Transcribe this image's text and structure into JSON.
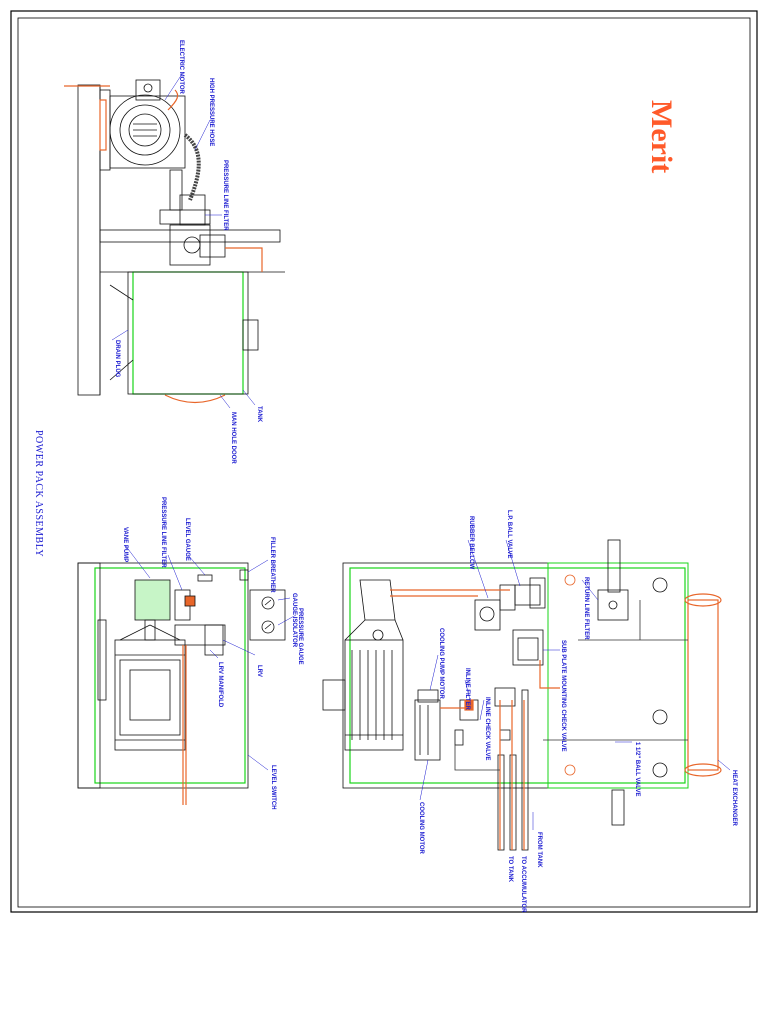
{
  "brand": {
    "logo_text": "Merit"
  },
  "drawing_title": "POWER PACK ASSEMBLY",
  "labels": {
    "electric_motor": "ELECTRIC MOTOR",
    "high_pressure_hose": "HIGH PRESSURE HOSE",
    "pressure_line_filter_top": "PRESSURE LINE FILTER",
    "drain_plug": "DRAIN PLUG",
    "man_hole_door": "MAN HOLE DOOR",
    "tank": "TANK",
    "vane_pump": "VANE PUMP",
    "pressure_line_filter_mid": "PRESSURE LINE FILTER",
    "level_gauge": "LEVEL GAUGE",
    "filler_breather": "FILLER BREATHER",
    "gauge_isolator": "GAUGE ISOLATOR",
    "pressure_gauge": "PRESSURE GAUGE",
    "lrv": "LRV",
    "lrv_manifold": "LRV MANIFOLD",
    "level_switch": "LEVEL SWITCH",
    "rubber_bellow": "RUBBER BELLOW",
    "lp_ball_valve": "L.P. BALL VALVE",
    "return_line_filter": "RETURN LINE FILTER",
    "sub_plate_mounting_check_valve": "SUB PLATE MOUNTING CHECK VALVE",
    "cooling_pump_motor": "COOLING PUMP MOTOR",
    "inline_filter": "INLINE FILTER",
    "inline_check_valve": "INLINE CHECK VALVE",
    "ball_valve_1_5": "1 1/2\" BALL VALVE",
    "heat_exchanger": "HEAT EXCHANGER",
    "cooling_motor": "COOLING MOTOR",
    "from_tank": "FROM TANK",
    "to_accumulator": "TO ACCUMULATOR",
    "to_tank": "TO TANK"
  },
  "colors": {
    "border": "#000000",
    "outline": "#111111",
    "tank_outline": "#19d419",
    "pipe": "#e8662a",
    "label": "#1a1ad0",
    "logo": "#ff5a2a"
  }
}
